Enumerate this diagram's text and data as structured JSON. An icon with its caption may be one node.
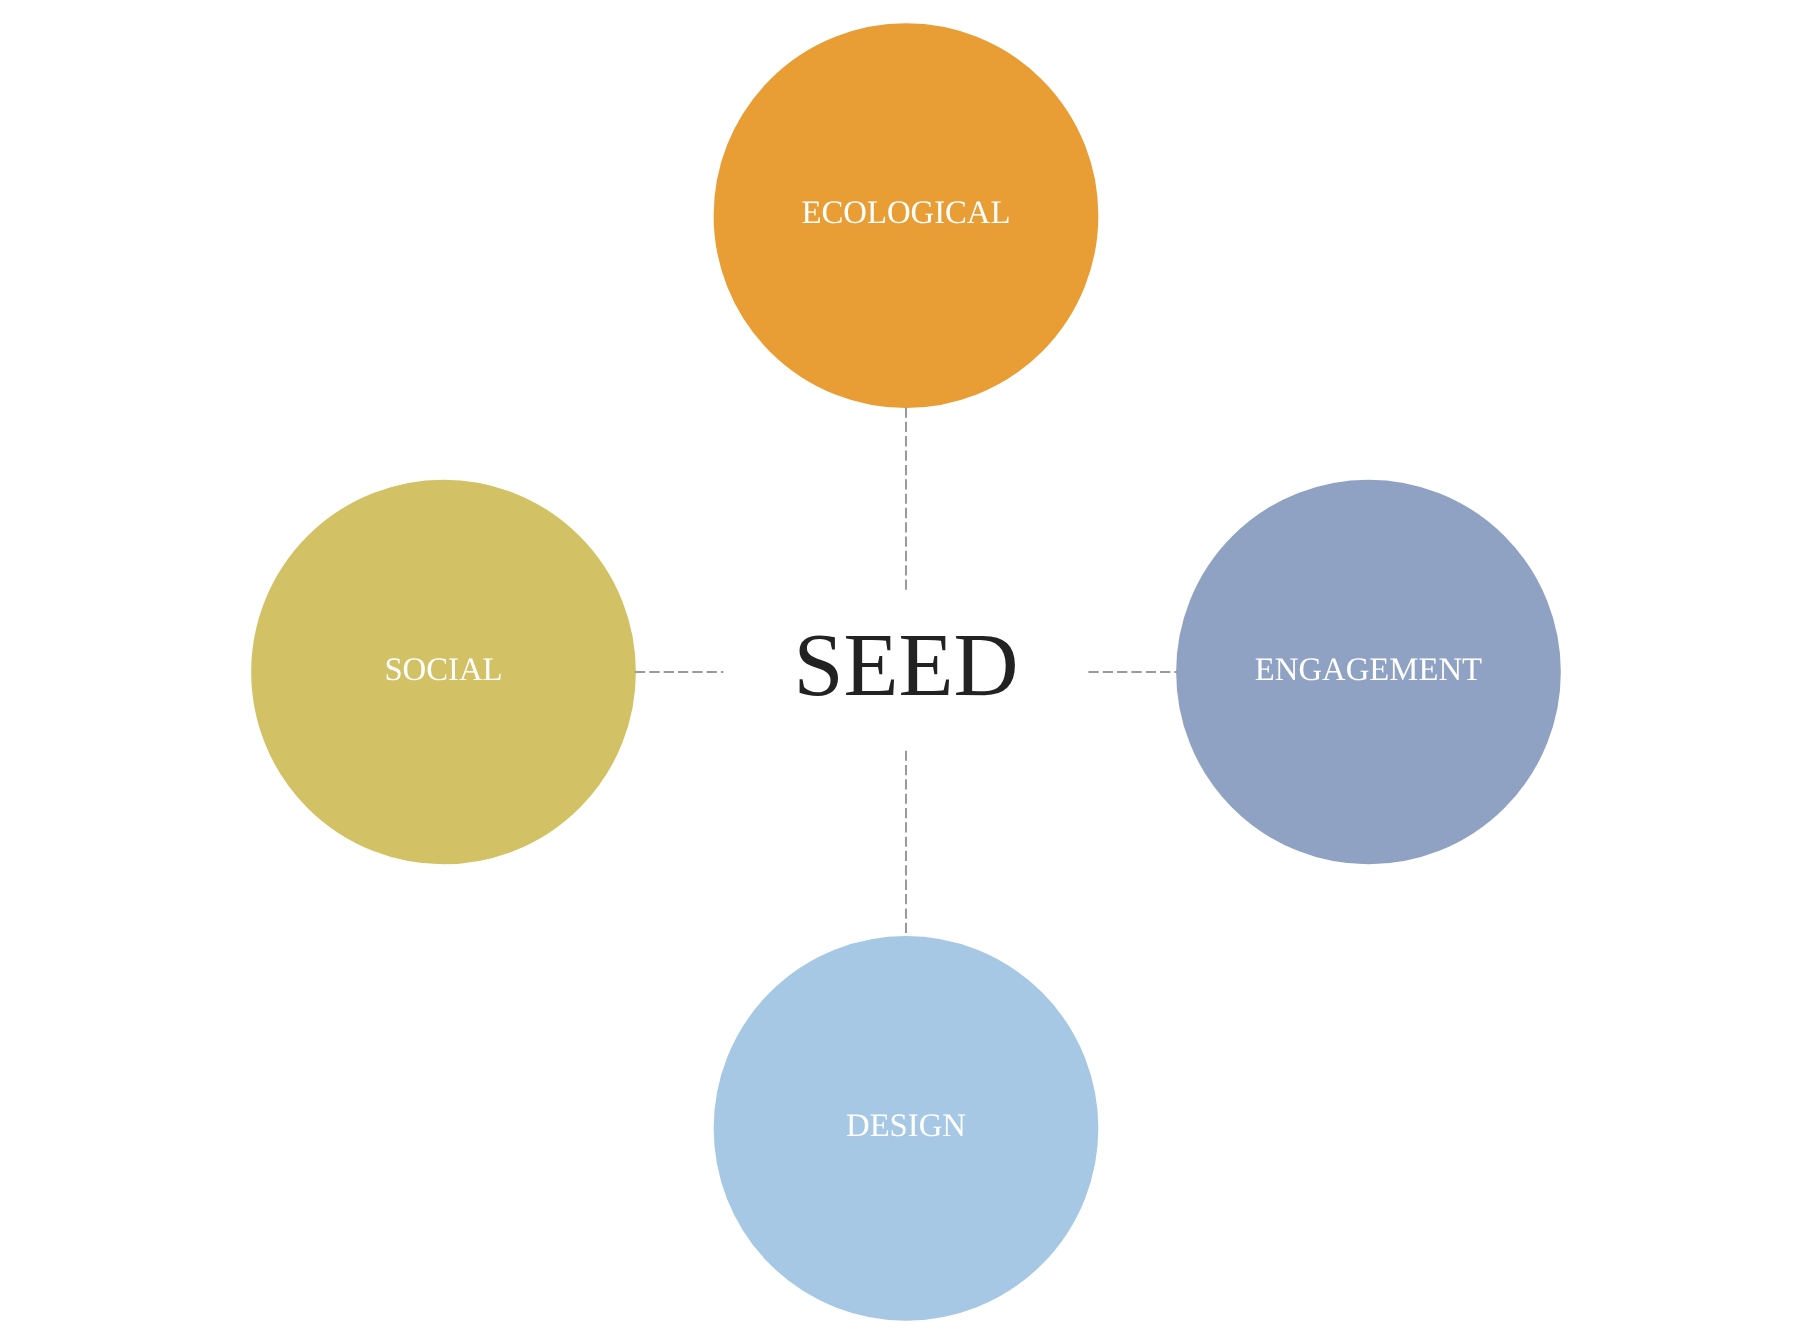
{
  "diagram": {
    "nodes": [
      {
        "text": [
          "SEED"
        ]
      },
      {
        "text": [
          "ECOLOGICAL"
        ]
      },
      {
        "text": [
          "SOCIAL"
        ]
      },
      {
        "text": [
          "ENGAGEMENT"
        ]
      },
      {
        "text": [
          "DESIGN"
        ]
      }
    ],
    "edges": [
      {
        "from": 0,
        "to": 1,
        "arrow": "none",
        "style": "dashed"
      },
      {
        "from": 0,
        "to": 2,
        "arrow": "none",
        "style": "dashed"
      },
      {
        "from": 0,
        "to": 3,
        "arrow": "none",
        "style": "dashed"
      },
      {
        "from": 0,
        "to": 4,
        "arrow": "none",
        "style": "dashed"
      }
    ]
  }
}
